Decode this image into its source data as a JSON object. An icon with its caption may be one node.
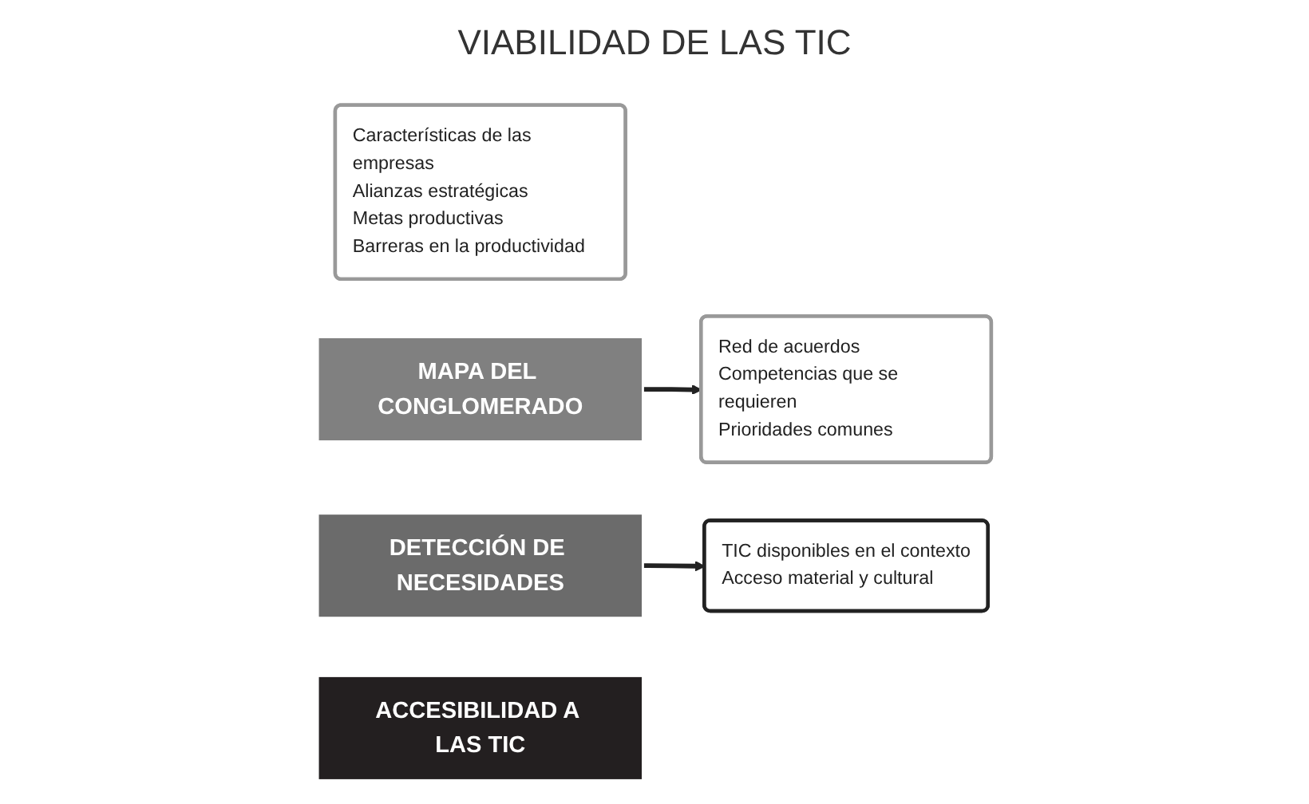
{
  "diagram": {
    "title": "VIABILIDAD DE LAS TIC",
    "nodes": [
      {
        "text": [
          "Características de las empresas",
          "Alianzas estratégicas",
          "Metas productivas",
          "Barreras en la productividad"
        ]
      },
      {
        "text": [
          "MAPA DEL CONGLOMERADO"
        ]
      },
      {
        "text": [
          "DETECCIÓN DE NECESIDADES"
        ]
      },
      {
        "text": [
          "Red de acuerdos",
          "Competencias que se requieren",
          "Prioridades comunes"
        ]
      },
      {
        "text": [
          "TIC disponibles en el contexto",
          "Acceso material y cultural"
        ]
      },
      {
        "text": [
          "ACCESIBILIDAD A LAS TIC"
        ]
      }
    ],
    "edges": [
      {
        "from": 1,
        "to": 3,
        "arrow": "to"
      },
      {
        "from": 2,
        "to": 4,
        "arrow": "to"
      }
    ]
  }
}
